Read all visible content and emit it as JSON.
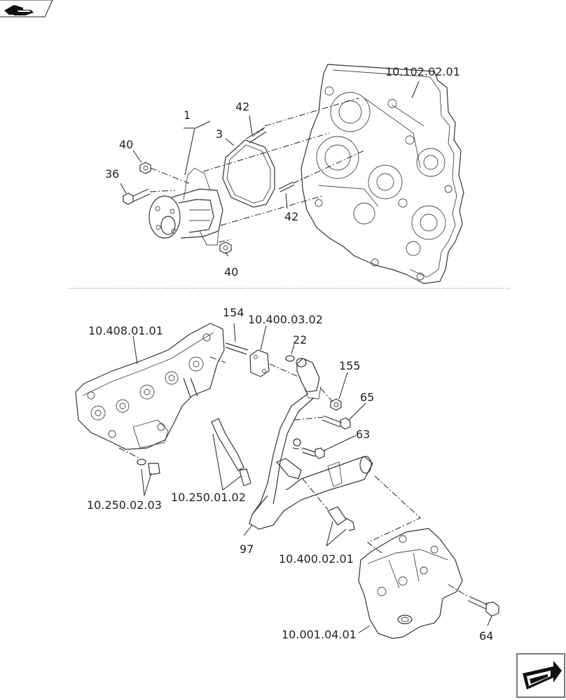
{
  "diagram": {
    "top_section": {
      "water_pump_label": "1",
      "gasket_label": "3",
      "stud_label_upper": "42",
      "stud_label_lower": "42",
      "nut_label_upper": "40",
      "nut_label_lower": "40",
      "bolt_label": "36",
      "housing_ref": "10.102.02.01"
    },
    "bottom_section": {
      "manifold_ref": "10.408.01.01",
      "stud_label": "154",
      "gasket_ref": "10.400.03.02",
      "oring_label": "22",
      "nut_label": "155",
      "bolt_label_65": "65",
      "bolt_label_63": "63",
      "drain_ref": "10.250.02.03",
      "hose_ref": "10.250.01.02",
      "pipe_label": "97",
      "fitting_ref": "10.400.02.01",
      "bracket_ref": "10.001.04.01",
      "bolt_label_64": "64"
    }
  }
}
